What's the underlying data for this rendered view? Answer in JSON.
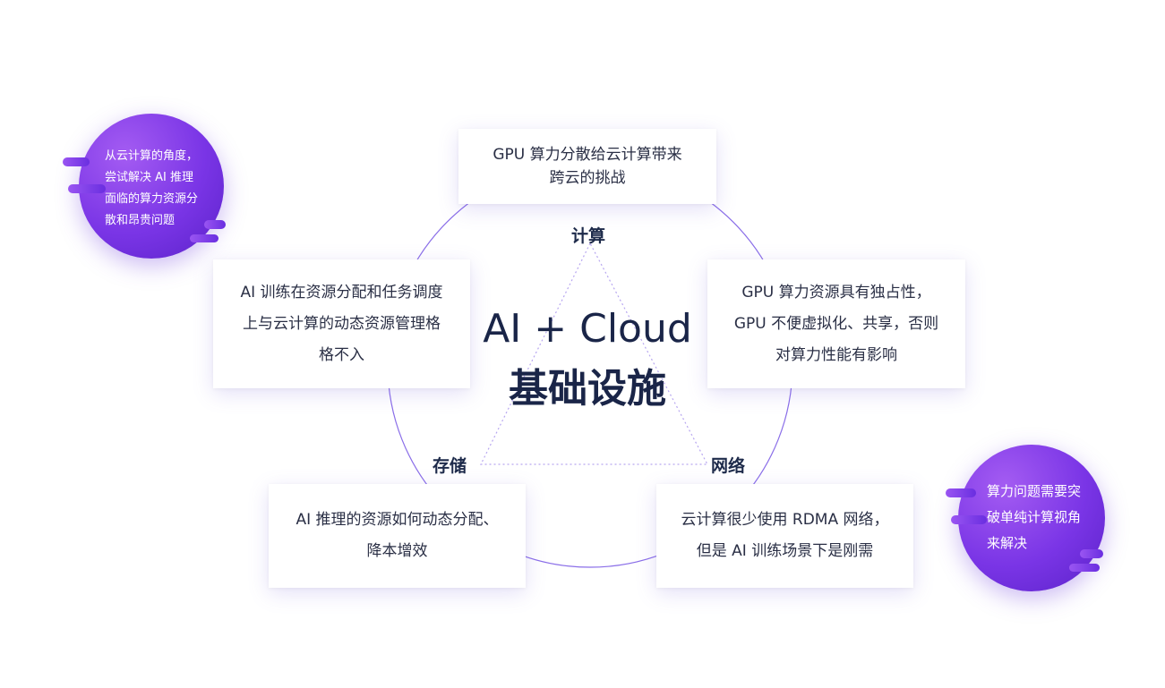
{
  "center": {
    "title_line1": "AI + Cloud",
    "title_line2": "基础设施"
  },
  "nodes": {
    "compute": "计算",
    "storage": "存储",
    "network": "网络"
  },
  "cards": {
    "top": "GPU 算力分散给云计算带来\n跨云的挑战",
    "left": "AI 训练在资源分配和任务调度\n上与云计算的动态资源管理格\n格不入",
    "right": "GPU 算力资源具有独占性，\nGPU 不便虚拟化、共享，否则\n对算力性能有影响",
    "bottom_left": "AI 推理的资源如何动态分配、\n降本增效",
    "bottom_right": "云计算很少使用 RDMA 网络，\n但是 AI 训练场景下是刚需"
  },
  "bubbles": {
    "left": "从云计算的角度，\n尝试解决 AI 推理\n面临的算力资源分\n散和昂贵问题",
    "right": "算力问题需要突\n破单纯计算视角\n来解决"
  },
  "colors": {
    "accent": "#7a35e6",
    "circle": "#8a6ee8",
    "triangle": "#b7a6f0",
    "text_dark": "#1a2548"
  }
}
